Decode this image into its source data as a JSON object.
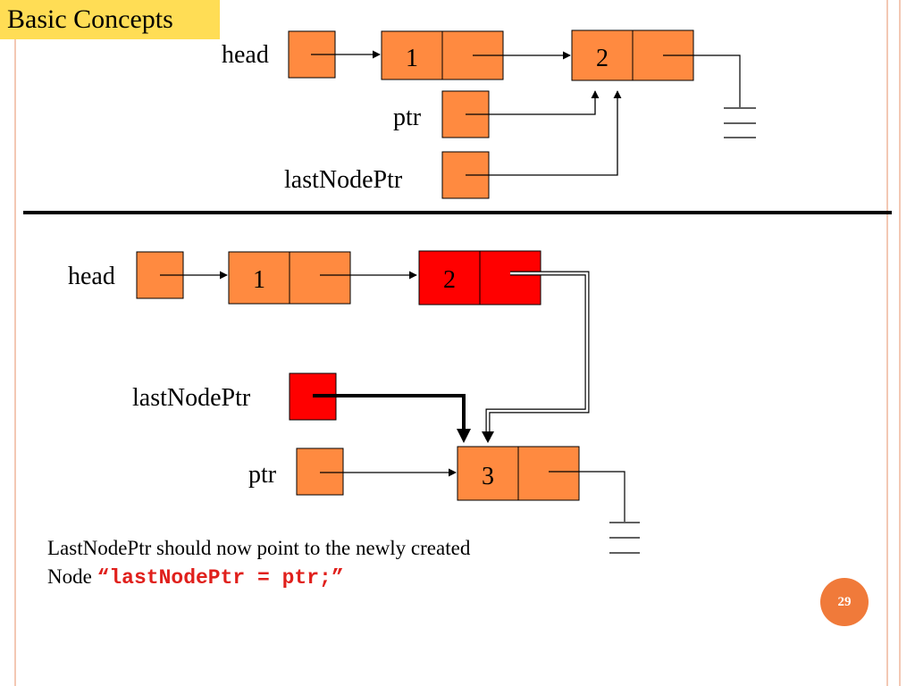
{
  "slide": {
    "title": "Basic Concepts",
    "page_number": "29"
  },
  "top_diagram": {
    "head_label": "head",
    "ptr_label": "ptr",
    "last_label": "lastNodePtr",
    "node1_value": "1",
    "node2_value": "2"
  },
  "bottom_diagram": {
    "head_label": "head",
    "last_label": "lastNodePtr",
    "ptr_label": "ptr",
    "node1_value": "1",
    "node2_value": "2",
    "node3_value": "3"
  },
  "caption": {
    "line1": "LastNodePtr should now point to the newly created",
    "line2_prefix": "Node ",
    "code": "“lastNodePtr = ptr;”"
  },
  "colors": {
    "node_fill": "#ff8a40",
    "highlight_fill": "#ff0000",
    "accent": "#f07a3a",
    "frame": "#f3c8b4",
    "title_bg": "#ffdd55"
  }
}
